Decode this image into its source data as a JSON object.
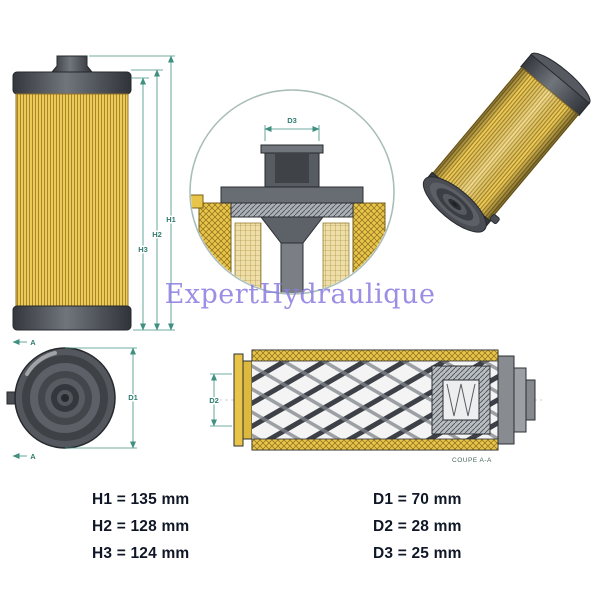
{
  "watermark": "ExpertHydraulique",
  "drawing": {
    "side_view": {
      "h1": "H1",
      "h2": "H2",
      "h3": "H3"
    },
    "detail_view": {
      "d3": "D3"
    },
    "top_view": {
      "d1": "D1",
      "cut_label": "A"
    },
    "section_view": {
      "d2": "D2",
      "caption": "COUPE A-A"
    }
  },
  "specs": {
    "heights": [
      "H1 = 135 mm",
      "H2 = 128 mm",
      "H3 = 124 mm"
    ],
    "diameters": [
      "D1 = 70 mm",
      "D2 = 28 mm",
      "D3 = 25 mm"
    ]
  },
  "colors": {
    "filter_yellow": "#e8c449",
    "end_cap_gray": "#43474d",
    "dimension_teal": "#3f9080",
    "watermark_purple": "#8a7be0",
    "spec_text": "#0f1726"
  }
}
